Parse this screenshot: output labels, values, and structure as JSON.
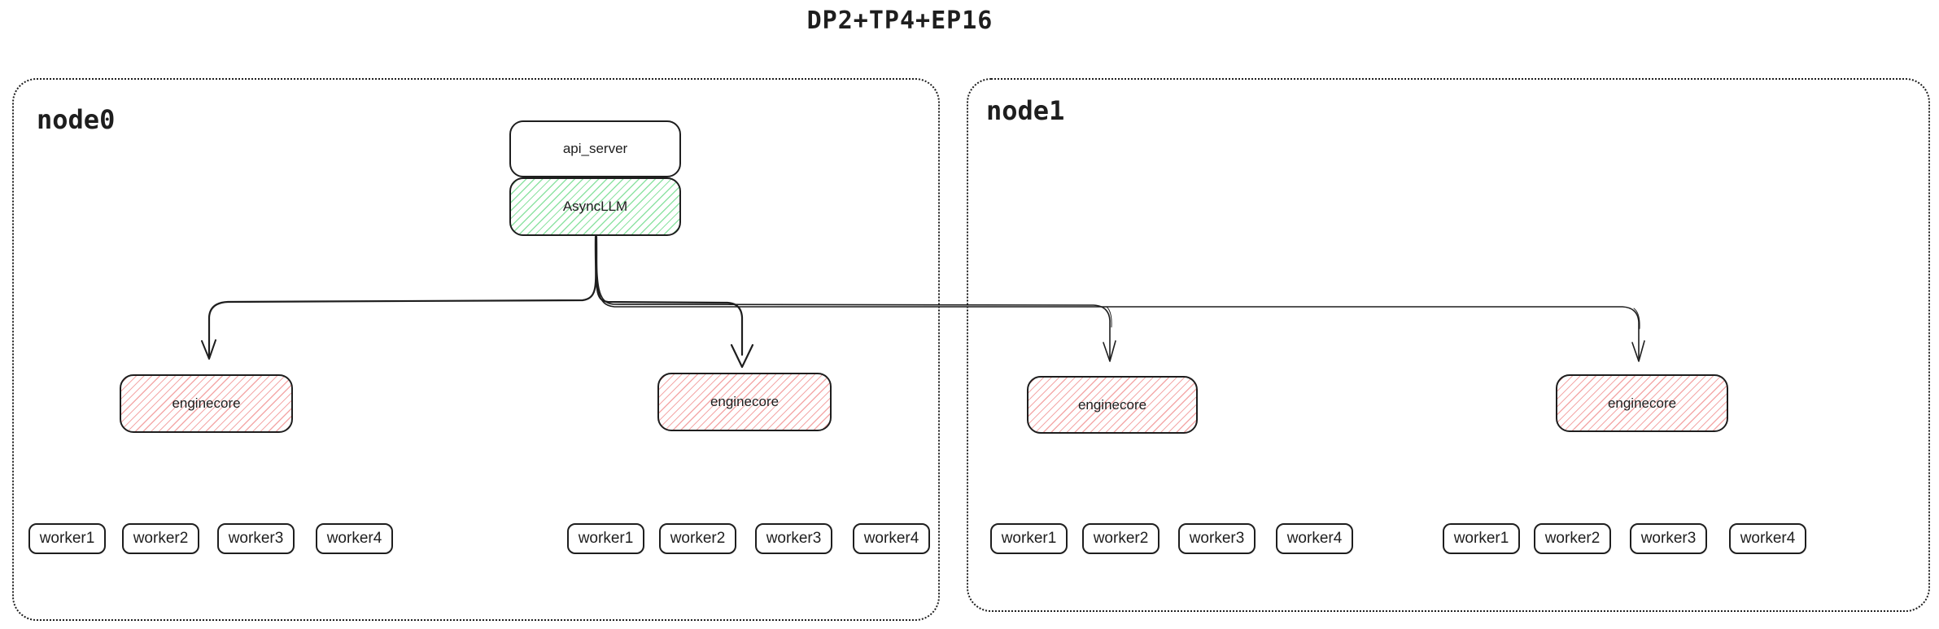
{
  "title": "DP2+TP4+EP16",
  "colors": {
    "ink": "#1e1e1e",
    "green_hatch": "#8fe3a4",
    "red_hatch": "#f4a9a9",
    "background": "#ffffff"
  },
  "node0": {
    "label": "node0",
    "api_server_label": "api_server",
    "asyncllm_label": "AsyncLLM",
    "groups": [
      {
        "enginecore_label": "enginecore",
        "workers": [
          "worker1",
          "worker2",
          "worker3",
          "worker4"
        ]
      },
      {
        "enginecore_label": "enginecore",
        "workers": [
          "worker1",
          "worker2",
          "worker3",
          "worker4"
        ]
      }
    ]
  },
  "node1": {
    "label": "node1",
    "groups": [
      {
        "enginecore_label": "enginecore",
        "workers": [
          "worker1",
          "worker2",
          "worker3",
          "worker4"
        ]
      },
      {
        "enginecore_label": "enginecore",
        "workers": [
          "worker1",
          "worker2",
          "worker3",
          "worker4"
        ]
      }
    ]
  }
}
